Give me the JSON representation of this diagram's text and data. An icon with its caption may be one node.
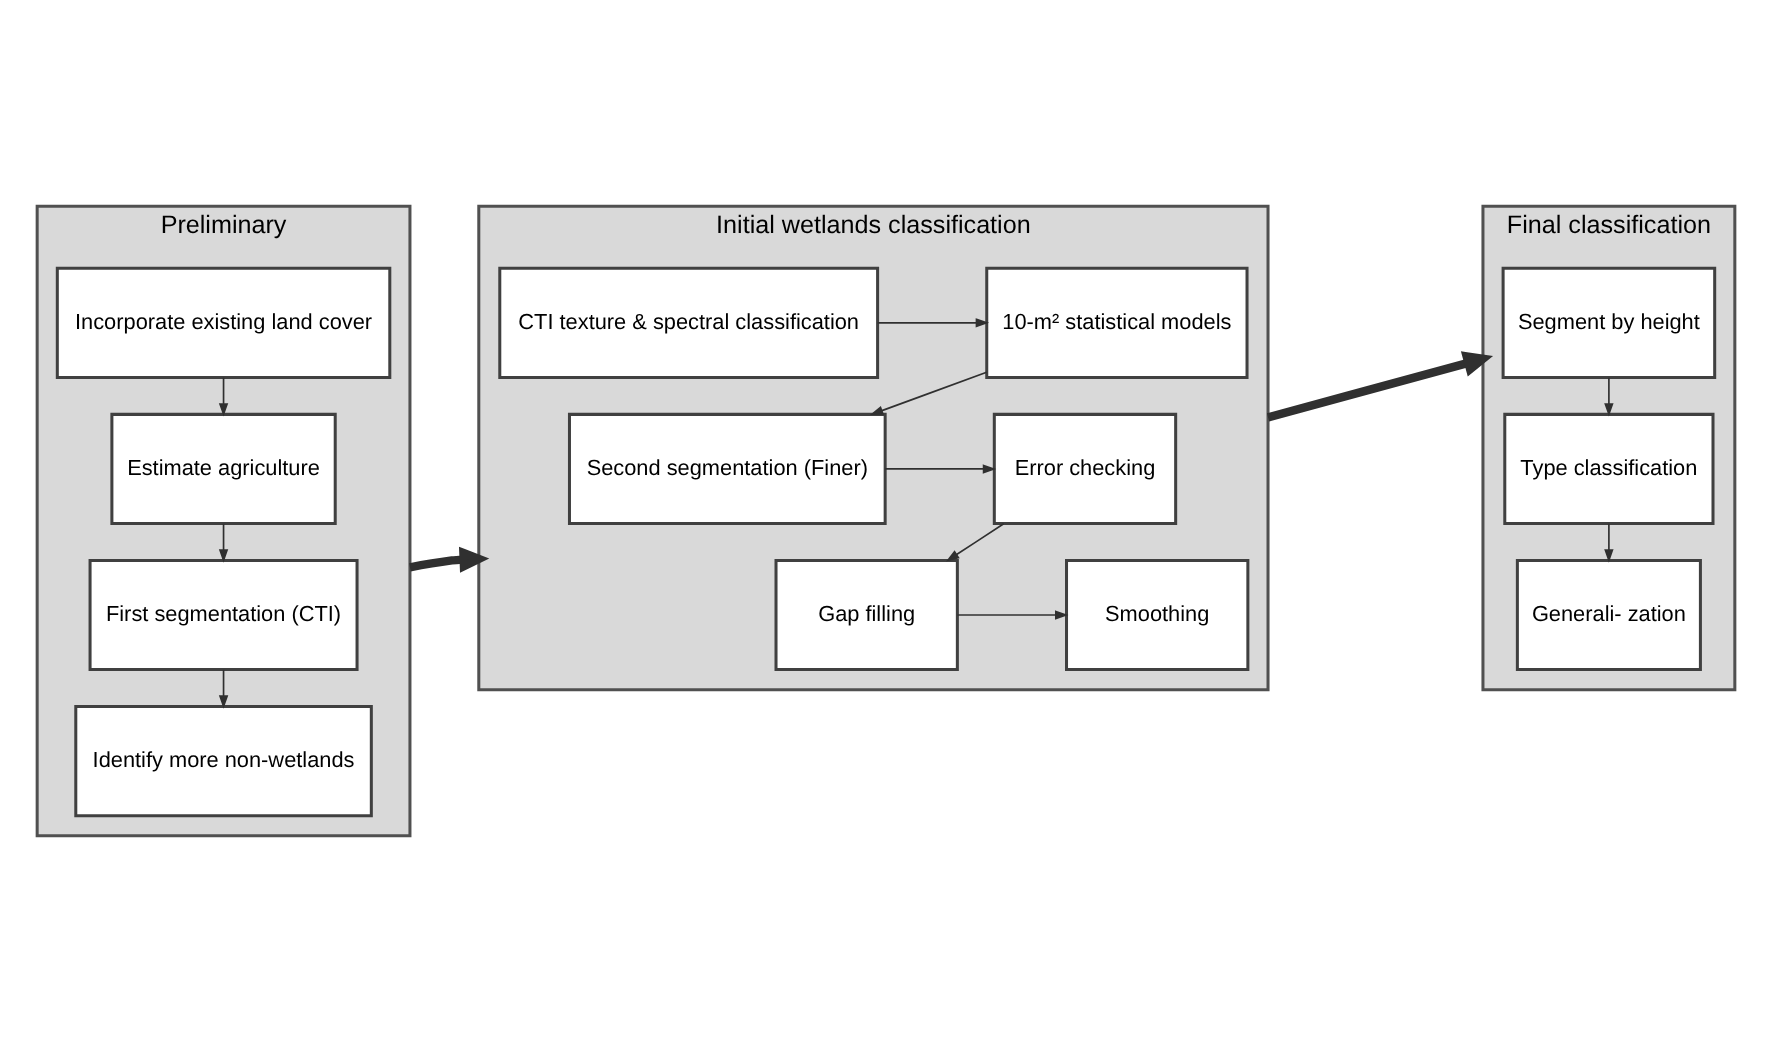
{
  "diagram": {
    "nodes": [
      {
        "text": [
          "Preliminary"
        ]
      },
      {
        "text": [
          "Incorporate existing land cover"
        ],
        "in": 0
      },
      {
        "text": [
          "Estimate agriculture"
        ],
        "in": 0
      },
      {
        "text": [
          "First segmentation (CTI)"
        ],
        "in": 0
      },
      {
        "text": [
          "Identify more non-wetlands"
        ],
        "in": 0
      },
      {
        "text": [
          "Initial wetlands classification"
        ]
      },
      {
        "text": [
          "CTI texture & spectral classification"
        ],
        "in": 5
      },
      {
        "text": [
          "10-m² statistical models"
        ],
        "in": 5
      },
      {
        "text": [
          "Second segmentation (Finer)"
        ],
        "in": 5
      },
      {
        "text": [
          "Error checking"
        ],
        "in": 5
      },
      {
        "text": [
          "Gap filling"
        ],
        "in": 5
      },
      {
        "text": [
          "Smoothing"
        ],
        "in": 5
      },
      {
        "text": [
          "Final classification"
        ]
      },
      {
        "text": [
          "Segment by height"
        ],
        "in": 12
      },
      {
        "text": [
          "Type classification"
        ],
        "in": 12
      },
      {
        "text": [
          "Generali- zation"
        ],
        "in": 12
      }
    ],
    "edges": [
      {
        "from": 1,
        "to": 2,
        "arrow": "to"
      },
      {
        "from": 2,
        "to": 3,
        "arrow": "to"
      },
      {
        "from": 3,
        "to": 4,
        "arrow": "to"
      },
      {
        "from": 0,
        "to": 5,
        "arrow": "to",
        "style": "thick"
      },
      {
        "from": 6,
        "to": 7,
        "arrow": "to"
      },
      {
        "from": 7,
        "to": 8,
        "arrow": "to"
      },
      {
        "from": 8,
        "to": 9,
        "arrow": "to"
      },
      {
        "from": 9,
        "to": 10,
        "arrow": "to"
      },
      {
        "from": 10,
        "to": 11,
        "arrow": "to"
      },
      {
        "from": 5,
        "to": 12,
        "arrow": "to",
        "style": "thick"
      },
      {
        "from": 13,
        "to": 14,
        "arrow": "to"
      },
      {
        "from": 14,
        "to": 15,
        "arrow": "to"
      }
    ]
  }
}
